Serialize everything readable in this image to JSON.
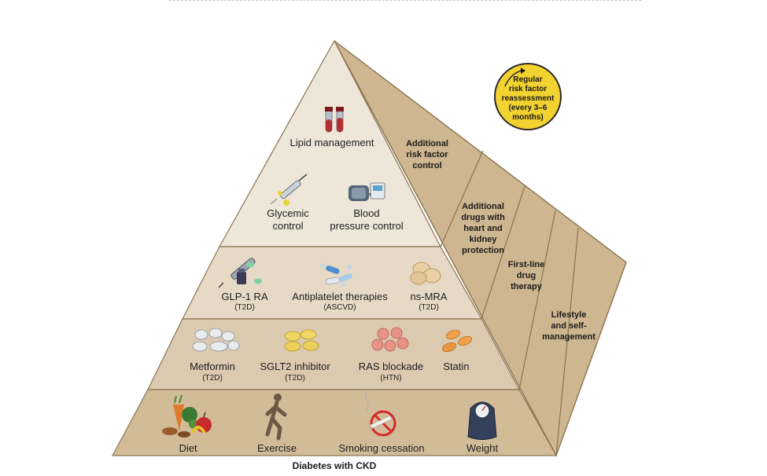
{
  "pyramid": {
    "caption": "Diabetes with CKD",
    "tiers": {
      "additional_risk": {
        "items": [
          {
            "label": "Lipid management",
            "icon": "blood-tubes-icon"
          },
          {
            "label": "Glycemic\ncontrol",
            "icon": "syringe-icon"
          },
          {
            "label": "Blood\npressure control",
            "icon": "blood-pressure-monitor-icon"
          }
        ]
      },
      "additional_drugs": {
        "items": [
          {
            "label": "GLP-1 RA",
            "sub": "(T2D)",
            "icon": "injection-pen-icon"
          },
          {
            "label": "Antiplatelet therapies",
            "sub": "(ASCVD)",
            "icon": "capsules-icon"
          },
          {
            "label": "ns-MRA",
            "sub": "(T2D)",
            "icon": "round-tablets-icon"
          }
        ]
      },
      "first_line": {
        "items": [
          {
            "label": "Metformin",
            "sub": "(T2D)",
            "icon": "white-tablets-icon"
          },
          {
            "label": "SGLT2 inhibitor",
            "sub": "(T2D)",
            "icon": "yellow-tablets-icon"
          },
          {
            "label": "RAS blockade",
            "sub": "(HTN)",
            "icon": "pink-tablets-icon"
          },
          {
            "label": "Statin",
            "icon": "orange-tablets-icon"
          }
        ]
      },
      "lifestyle": {
        "items": [
          {
            "label": "Diet",
            "icon": "vegetables-icon"
          },
          {
            "label": "Exercise",
            "icon": "runner-icon"
          },
          {
            "label": "Smoking cessation",
            "icon": "no-smoking-icon"
          },
          {
            "label": "Weight",
            "icon": "scale-icon"
          }
        ]
      }
    },
    "side_labels": [
      "Additional\nrisk factor\ncontrol",
      "Additional\ndrugs with\nheart and\nkidney\nprotection",
      "First-line\ndrug\ntherapy",
      "Lifestyle\nand self-\nmanagement"
    ],
    "badge": "Regular\nrisk factor\nreassessment\n(every 3–6\nmonths)"
  },
  "colors": {
    "front_light": "#eee6d9",
    "front_mid": "#dccab0",
    "side": "#cdb690",
    "outline": "#8a7450",
    "badge": "#f2d230"
  }
}
